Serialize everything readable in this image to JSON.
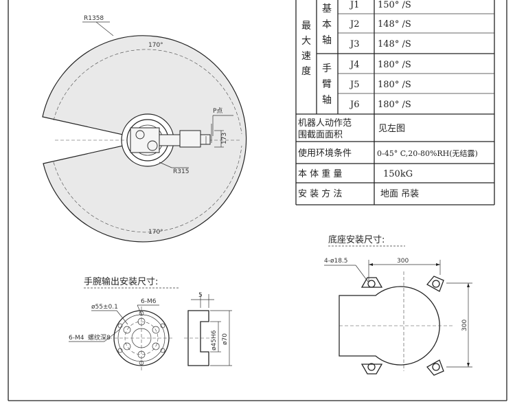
{
  "workspace": {
    "outer_radius_label": "R1358",
    "inner_radius_label": "R315",
    "angle_top": "170°",
    "angle_bottom": "170°",
    "p_point_label": "P点",
    "wrist_offset": "173"
  },
  "spec_table": {
    "max_speed_label": [
      "最",
      "大",
      "速",
      "度"
    ],
    "base_axis_label": [
      "基",
      "本",
      "轴"
    ],
    "arm_axis_label": [
      "手",
      "臂",
      "轴"
    ],
    "axes": [
      {
        "joint": "J1",
        "speed": "150° /S"
      },
      {
        "joint": "J2",
        "speed": "148° /S"
      },
      {
        "joint": "J3",
        "speed": "148° /S"
      },
      {
        "joint": "J4",
        "speed": "180° /S"
      },
      {
        "joint": "J5",
        "speed": "180° /S"
      },
      {
        "joint": "J6",
        "speed": "180° /S"
      }
    ],
    "rows": [
      {
        "label_line1": "机器人动作范",
        "label_line2": "围截面面积",
        "value": "见左图"
      },
      {
        "label": "使用环境条件",
        "value": "0-45° C,20-80%RH(无结露)"
      },
      {
        "label": "本 体 重 量",
        "value": "150kG"
      },
      {
        "label": "安 装 方 法",
        "value": "地面 吊装"
      }
    ]
  },
  "base_mount": {
    "title": "底座安装尺寸:",
    "hole_label": "4-ø18.5",
    "width_dim": "300",
    "height_dim": "300"
  },
  "wrist_mount": {
    "title": "手腕输出安装尺寸:",
    "pcd_label": "ø55±0.1",
    "tapped_label": "6-M6",
    "thread_label": "6-M4",
    "thread_note": "螺纹深8",
    "depth_dim": "5",
    "bore_dim": "ø45H6",
    "outer_dim": "ø70"
  }
}
